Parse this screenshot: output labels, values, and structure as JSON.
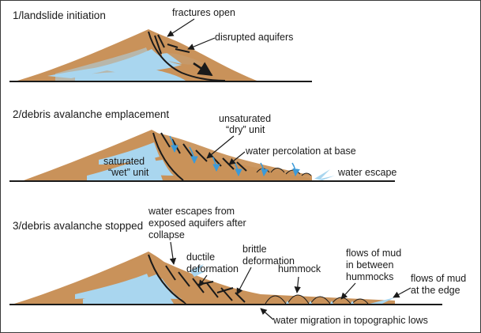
{
  "stages": [
    {
      "title": "1/landslide initiation",
      "labels": [
        "fractures open",
        "disrupted aquifers"
      ]
    },
    {
      "title": "2/debris avalanche emplacement",
      "labels": [
        "unsaturated",
        "“dry” unit",
        "water percolation at base",
        "saturated",
        "“wet” unit",
        "water escape"
      ]
    },
    {
      "title": "3/debris avalanche stopped",
      "labels": [
        "water escapes from",
        "exposed aquifers after",
        "collapse",
        "brittle",
        "deformation",
        "ductile",
        "deformation",
        "hummock",
        "flows of mud",
        "in between",
        "hummocks",
        "flows of mud",
        "at the edge",
        "water migration in topographic lows"
      ]
    }
  ],
  "colors": {
    "soil": "#c9925a",
    "water": "#a9d6ef",
    "water_line": "#3c9ad8",
    "ink": "#1a1a1a",
    "border": "#3a3a3a"
  }
}
